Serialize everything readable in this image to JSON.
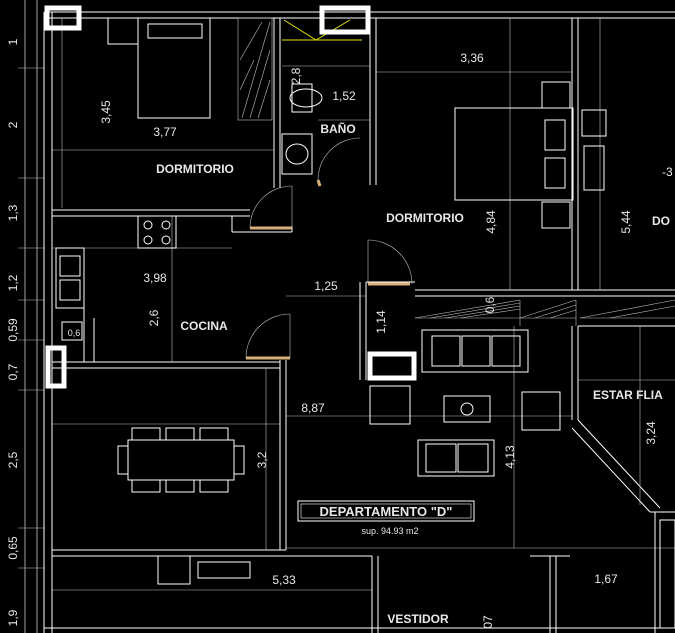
{
  "plan": {
    "rooms": {
      "dormitorio_1": "DORMITORIO",
      "dormitorio_2": "DORMITORIO",
      "dormitorio_3_partial": "DO",
      "bano": "BAÑO",
      "cocina": "COCINA",
      "estar": "ESTAR FLIA",
      "vestidor": "VESTIDOR"
    },
    "title": {
      "name": "DEPARTAMENTO \"D\"",
      "surface": "sup. 94.93 m2"
    },
    "dims": {
      "d_345": "3,45",
      "d_377": "3,77",
      "d_336": "3,36",
      "d_28": "2,8",
      "d_152": "1,52",
      "d_484": "4,84",
      "d_544": "5,44",
      "d_minus3": "-3",
      "d_398": "3,98",
      "d_26": "2,6",
      "d_125": "1,25",
      "d_06": "0,6",
      "d_114": "1,14",
      "d_887": "8,87",
      "d_32": "3,2",
      "d_413": "4,13",
      "d_324": "3,24",
      "d_533": "5,33",
      "d_167": "1,67",
      "d_07": "07",
      "d_06b": "0,6"
    },
    "side_dims": [
      "1",
      "2",
      "1,3",
      "1,2",
      "0,59",
      "0,7",
      "2,5",
      "0,65",
      "1,9"
    ]
  }
}
